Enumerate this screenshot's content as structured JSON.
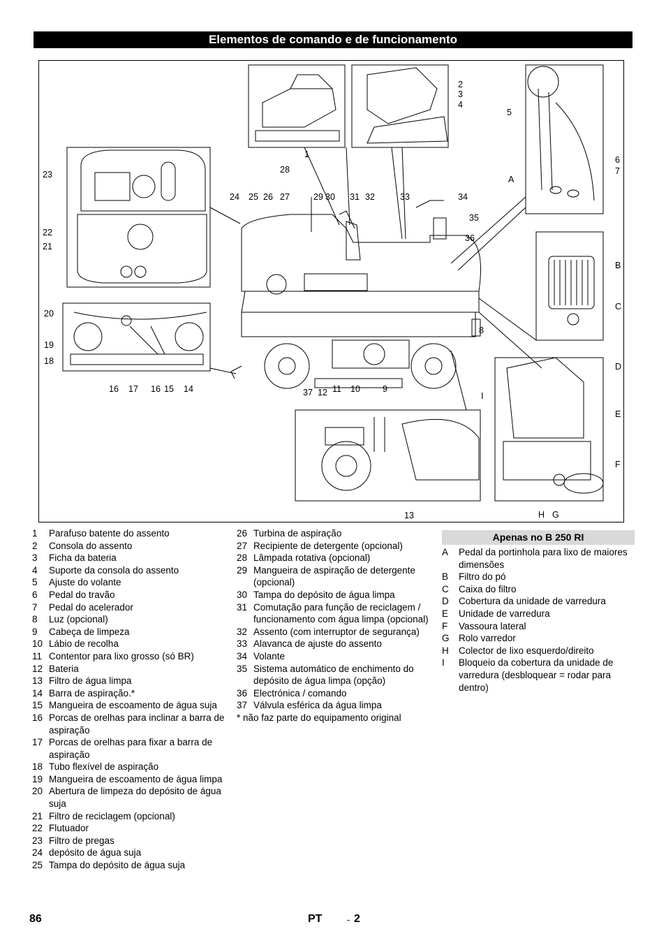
{
  "header": {
    "title": "Elementos de comando e de funcionamento"
  },
  "figure": {
    "callouts": [
      "1",
      "2",
      "3",
      "4",
      "5",
      "6",
      "7",
      "8",
      "9",
      "10",
      "11",
      "12",
      "13",
      "14",
      "15",
      "16",
      "17",
      "16",
      "18",
      "19",
      "20",
      "21",
      "22",
      "23",
      "24",
      "25",
      "26",
      "27",
      "28",
      "29",
      "30",
      "31",
      "32",
      "33",
      "34",
      "35",
      "36",
      "37",
      "A",
      "B",
      "C",
      "D",
      "E",
      "F",
      "G",
      "H",
      "I"
    ]
  },
  "legend_left": [
    {
      "n": "1",
      "t": "Parafuso batente do assento"
    },
    {
      "n": "2",
      "t": "Consola do assento"
    },
    {
      "n": "3",
      "t": "Ficha da bateria"
    },
    {
      "n": "4",
      "t": "Suporte da consola do assento"
    },
    {
      "n": "5",
      "t": "Ajuste do volante"
    },
    {
      "n": "6",
      "t": "Pedal do travão"
    },
    {
      "n": "7",
      "t": "Pedal do acelerador"
    },
    {
      "n": "8",
      "t": "Luz (opcional)"
    },
    {
      "n": "9",
      "t": "Cabeça de limpeza"
    },
    {
      "n": "10",
      "t": "Lábio de recolha"
    },
    {
      "n": "11",
      "t": "Contentor para lixo grosso (só BR)"
    },
    {
      "n": "12",
      "t": "Bateria"
    },
    {
      "n": "13",
      "t": "Filtro de água limpa"
    },
    {
      "n": "14",
      "t": "Barra de aspiração.*"
    },
    {
      "n": "15",
      "t": "Mangueira de escoamento de água suja"
    },
    {
      "n": "16",
      "t": "Porcas de orelhas para inclinar a barra de aspiração"
    },
    {
      "n": "17",
      "t": "Porcas de orelhas para fixar a barra de aspiração"
    },
    {
      "n": "18",
      "t": "Tubo flexível de aspiração"
    },
    {
      "n": "19",
      "t": "Mangueira de escoamento de água limpa"
    },
    {
      "n": "20",
      "t": "Abertura de limpeza do depósito de água suja"
    },
    {
      "n": "21",
      "t": "Filtro de reciclagem (opcional)"
    },
    {
      "n": "22",
      "t": "Flutuador"
    },
    {
      "n": "23",
      "t": "Filtro de pregas"
    },
    {
      "n": "24",
      "t": "depósito de água suja"
    },
    {
      "n": "25",
      "t": "Tampa do depósito de água suja"
    }
  ],
  "legend_mid": [
    {
      "n": "26",
      "t": "Turbina de aspiração"
    },
    {
      "n": "27",
      "t": "Recipiente de detergente (opcional)"
    },
    {
      "n": "28",
      "t": "Lâmpada rotativa (opcional)"
    },
    {
      "n": "29",
      "t": "Mangueira de aspiração de detergente (opcional)"
    },
    {
      "n": "30",
      "t": "Tampa do depósito de água limpa"
    },
    {
      "n": "31",
      "t": "Comutação para função de reciclagem / funcionamento com água limpa (opcional)"
    },
    {
      "n": "32",
      "t": "Assento (com interruptor de segurança)"
    },
    {
      "n": "33",
      "t": "Alavanca de ajuste do assento"
    },
    {
      "n": "34",
      "t": "Volante"
    },
    {
      "n": "35",
      "t": "Sistema automático de enchimento do depósito de água limpa (opção)"
    },
    {
      "n": "36",
      "t": "Electrónica / comando"
    },
    {
      "n": "37",
      "t": "Válvula esférica da água limpa"
    }
  ],
  "legend_note": "* não faz parte do equipamento original",
  "legend_right_heading": "Apenas no B 250 RI",
  "legend_right": [
    {
      "n": "A",
      "t": "Pedal da portinhola para lixo de maiores dimensões"
    },
    {
      "n": "B",
      "t": "Filtro do pó"
    },
    {
      "n": "C",
      "t": "Caixa do filtro"
    },
    {
      "n": "D",
      "t": "Cobertura da unidade de varredura"
    },
    {
      "n": "E",
      "t": "Unidade de varredura"
    },
    {
      "n": "F",
      "t": "Vassoura lateral"
    },
    {
      "n": "G",
      "t": "Rolo varredor"
    },
    {
      "n": "H",
      "t": "Colector de lixo esquerdo/direito"
    },
    {
      "n": "I",
      "t": "Bloqueio da cobertura da unidade de varredura (desbloquear = rodar para dentro)"
    }
  ],
  "footer": {
    "page": "86",
    "lang": "PT",
    "sep": "-",
    "sub": "2"
  }
}
